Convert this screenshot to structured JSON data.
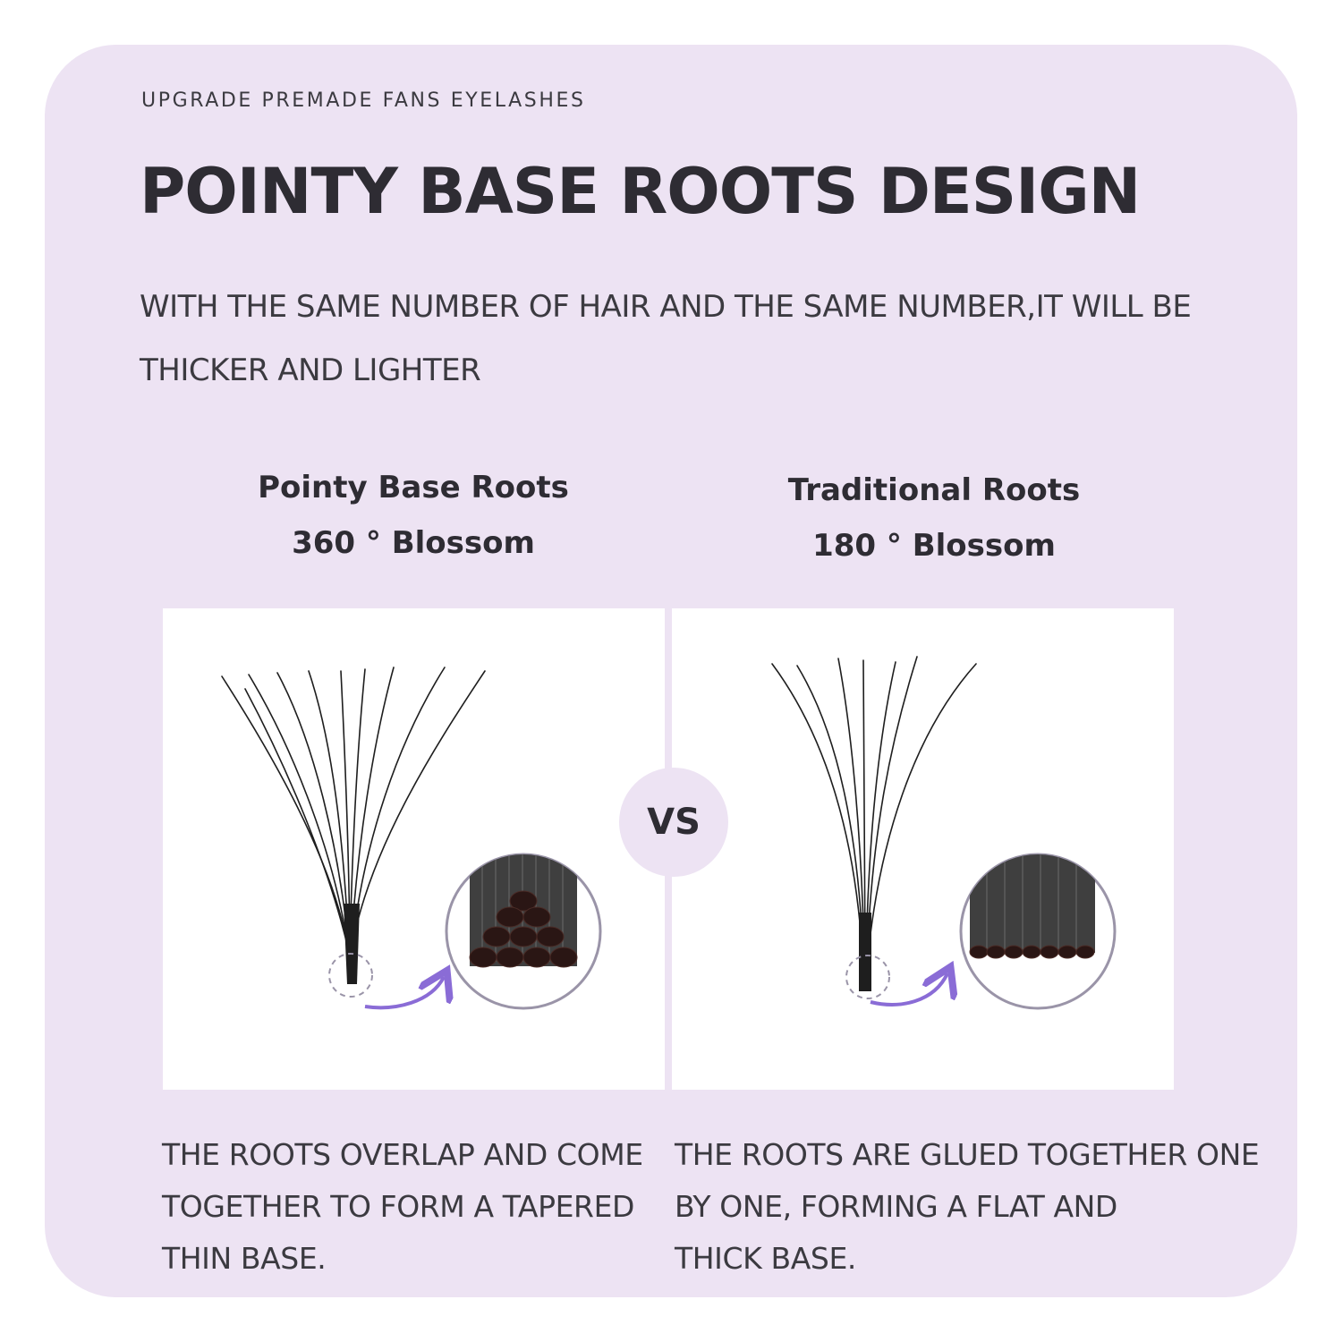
{
  "header": {
    "eyebrow": "UPGRADE PREMADE FANS EYELASHES",
    "title": "POINTY BASE ROOTS DESIGN",
    "subtitle": "WITH THE SAME NUMBER OF HAIR AND THE SAME NUMBER,IT WILL BE THICKER AND LIGHTER"
  },
  "left": {
    "heading": "Pointy Base Roots",
    "subheading": "360 ° Blossom",
    "description": [
      "THE ROOTS OVERLAP AND COME",
      "TOGETHER TO FORM A TAPERED",
      "THIN BASE."
    ]
  },
  "right": {
    "heading": "Traditional Roots",
    "subheading": "180 ° Blossom",
    "description": [
      "THE ROOTS ARE GLUED TOGETHER ONE",
      "BY ONE, FORMING A FLAT AND",
      "THICK BASE."
    ]
  },
  "vs_label": "VS",
  "colors": {
    "card_background": "#ede3f3",
    "panel_background": "#ffffff",
    "text": "#2e2c33",
    "arrow": "#8a6cd6",
    "lash": "#1e1e1e",
    "root": "#3a2a2a"
  }
}
